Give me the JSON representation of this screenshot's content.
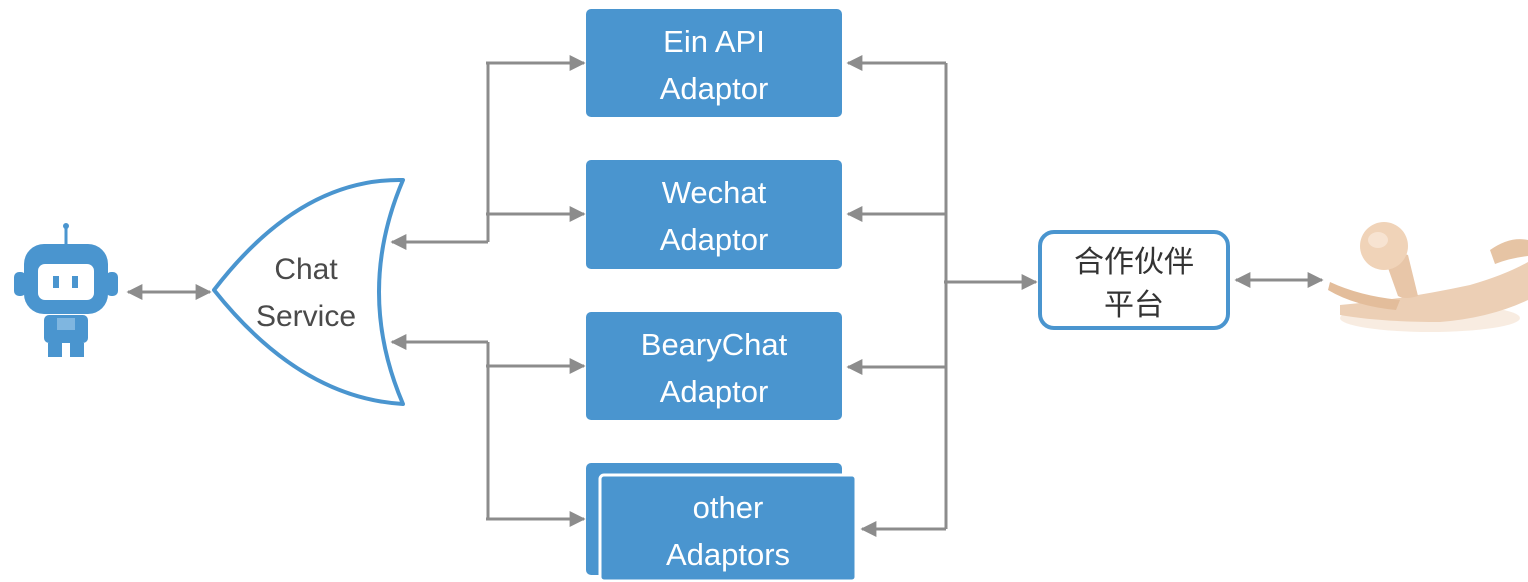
{
  "chat_service": {
    "line1": "Chat",
    "line2": "Service"
  },
  "adaptors": [
    {
      "line1": "Ein API",
      "line2": "Adaptor"
    },
    {
      "line1": "Wechat",
      "line2": "Adaptor"
    },
    {
      "line1": "BearyChat",
      "line2": "Adaptor"
    },
    {
      "line1": "other",
      "line2": "Adaptors"
    }
  ],
  "partner_platform": {
    "line1": "合作伙伴",
    "line2": "平台"
  },
  "icons": {
    "bot": "robot-icon",
    "user": "reclining-figure-icon"
  },
  "colors": {
    "adaptor_fill": "#4a95cf",
    "outline": "#4a95cf",
    "connector": "#8c8c8c"
  }
}
